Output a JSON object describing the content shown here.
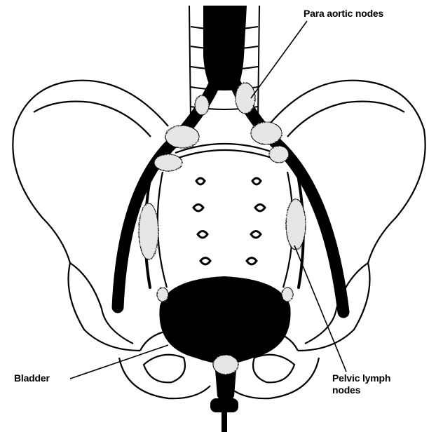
{
  "labels": {
    "para_aortic_nodes": "Para aortic nodes",
    "bladder": "Bladder",
    "pelvic_lymph_nodes_line1": "Pelvic lymph",
    "pelvic_lymph_nodes_line2": "nodes"
  },
  "colors": {
    "ink": "#000000",
    "paper": "#ffffff",
    "node_fill": "#dddddd"
  }
}
